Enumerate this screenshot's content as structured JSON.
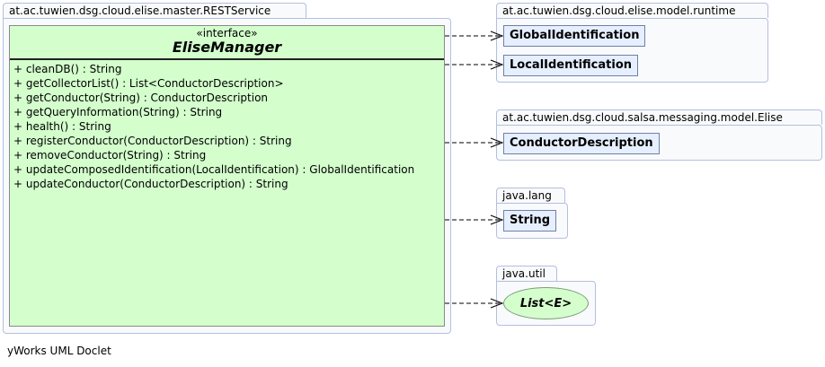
{
  "packages": {
    "rest_service": "at.ac.tuwien.dsg.cloud.elise.master.RESTService",
    "model_runtime": "at.ac.tuwien.dsg.cloud.elise.model.runtime",
    "salsa_model": "at.ac.tuwien.dsg.cloud.salsa.messaging.model.Elise",
    "java_lang": "java.lang",
    "java_util": "java.util"
  },
  "interface": {
    "stereotype": "«interface»",
    "name": "EliseManager",
    "methods": [
      "+  cleanDB() : String",
      "+  getCollectorList() : List<ConductorDescription>",
      "+  getConductor(String) : ConductorDescription",
      "+  getQueryInformation(String) : String",
      "+  health() : String",
      "+  registerConductor(ConductorDescription) : String",
      "+  removeConductor(String) : String",
      "+  updateComposedIdentification(LocalIdentification) : GlobalIdentification",
      "+  updateConductor(ConductorDescription) : String"
    ]
  },
  "classes": {
    "global_identification": "GlobalIdentification",
    "local_identification": "LocalIdentification",
    "conductor_description": "ConductorDescription",
    "string": "String",
    "list": "List<E>"
  },
  "footer": "yWorks UML Doclet",
  "colors": {
    "interface_fill": "#d4ffcd",
    "class_fill": "#e6efff",
    "package_fill": "#f9fafb",
    "package_border": "#b4bfe0"
  }
}
